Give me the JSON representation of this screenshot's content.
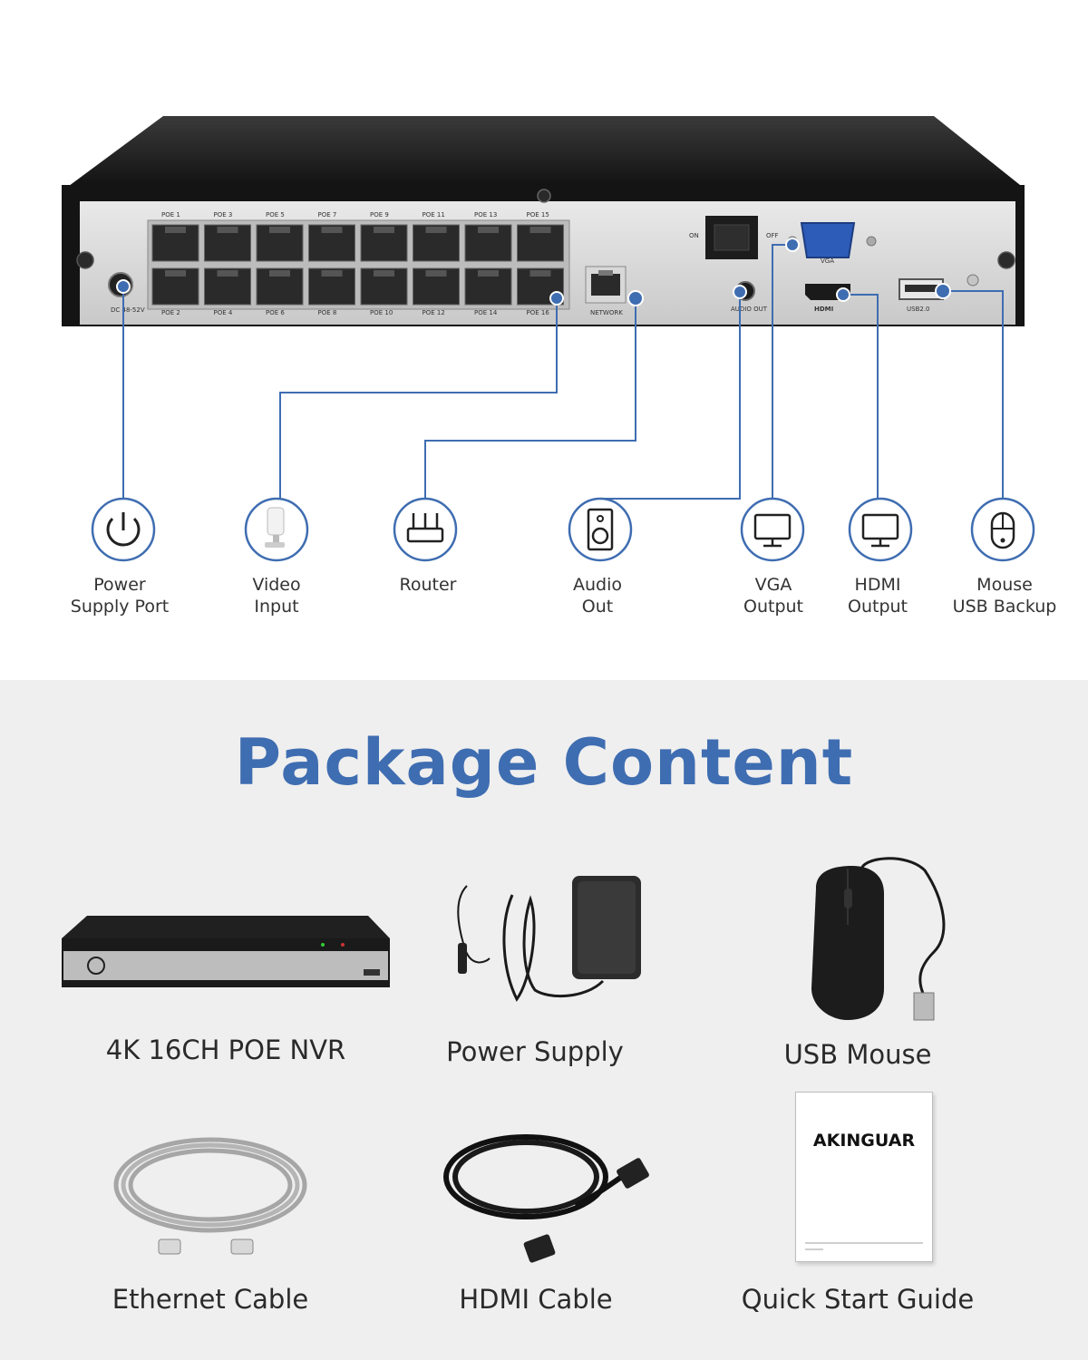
{
  "nvr_panel": {
    "poe_top": [
      "POE 1",
      "POE 3",
      "POE 5",
      "POE 7",
      "POE 9",
      "POE 11",
      "POE 13",
      "POE 15"
    ],
    "poe_bottom": [
      "POE 2",
      "POE 4",
      "POE 6",
      "POE 8",
      "POE 10",
      "POE 12",
      "POE 14",
      "POE 16"
    ],
    "dc_label": "DC 48-52V",
    "network_label": "NETWORK",
    "on_label": "ON",
    "off_label": "OFF",
    "vga_label": "VGA",
    "audio_label": "AUDIO OUT",
    "hdmi_label": "HDMI",
    "usb_label": "USB2.0"
  },
  "connections": [
    {
      "icon": "power-icon",
      "line1": "Power",
      "line2": "Supply Port"
    },
    {
      "icon": "camera-icon",
      "line1": "Video",
      "line2": "Input"
    },
    {
      "icon": "router-icon",
      "line1": "Router",
      "line2": ""
    },
    {
      "icon": "speaker-icon",
      "line1": "Audio",
      "line2": "Out"
    },
    {
      "icon": "monitor-icon",
      "line1": "VGA",
      "line2": "Output"
    },
    {
      "icon": "monitor-icon",
      "line1": "HDMI",
      "line2": "Output"
    },
    {
      "icon": "mouse-icon",
      "line1": "Mouse",
      "line2": "USB Backup"
    }
  ],
  "package": {
    "title": "Package Content",
    "items": [
      "4K 16CH POE NVR",
      "Power Supply",
      "USB Mouse",
      "Ethernet Cable",
      "HDMI Cable",
      "Quick Start Guide"
    ],
    "guide_brand": "AKINGUAR"
  },
  "colors": {
    "accent": "#3f6db1",
    "bottom_bg": "#efefef",
    "device_body": "#1a1a1a"
  }
}
